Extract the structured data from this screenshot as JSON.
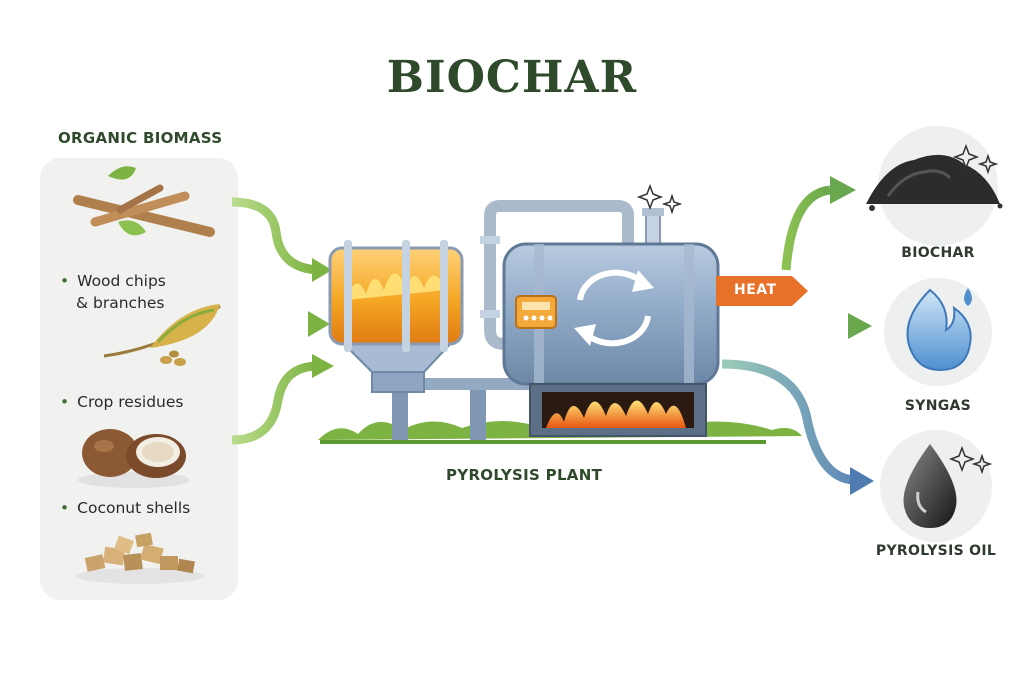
{
  "title": "BIOCHAR",
  "inputs": {
    "header": "ORGANIC BIOMASS",
    "items": [
      {
        "label_line1": "Wood chips",
        "label_line2": "& branches",
        "icon": "wood-branch-icon"
      },
      {
        "label_line1": "Crop residues",
        "icon": "crop-residue-icon"
      },
      {
        "label_line1": "Coconut shells",
        "icon": "coconut-shell-icon"
      }
    ],
    "extra_icon": "wood-chips-icon"
  },
  "plant": {
    "label": "PYROLYSIS PLANT",
    "heat_label": "HEAT"
  },
  "outputs": [
    {
      "label": "BIOCHAR",
      "icon": "biochar-pile-icon"
    },
    {
      "label": "SYNGAS",
      "icon": "gas-flame-icon"
    },
    {
      "label": "PYROLYSIS OIL",
      "icon": "oil-drop-icon"
    }
  ],
  "colors": {
    "title": "#2e4a2b",
    "arrow_green": "#8cc152",
    "arrow_blue": "#6d9ac4",
    "heat": "#e8712a",
    "tank": "#8fa9c9",
    "fire": "#f39c1d"
  }
}
